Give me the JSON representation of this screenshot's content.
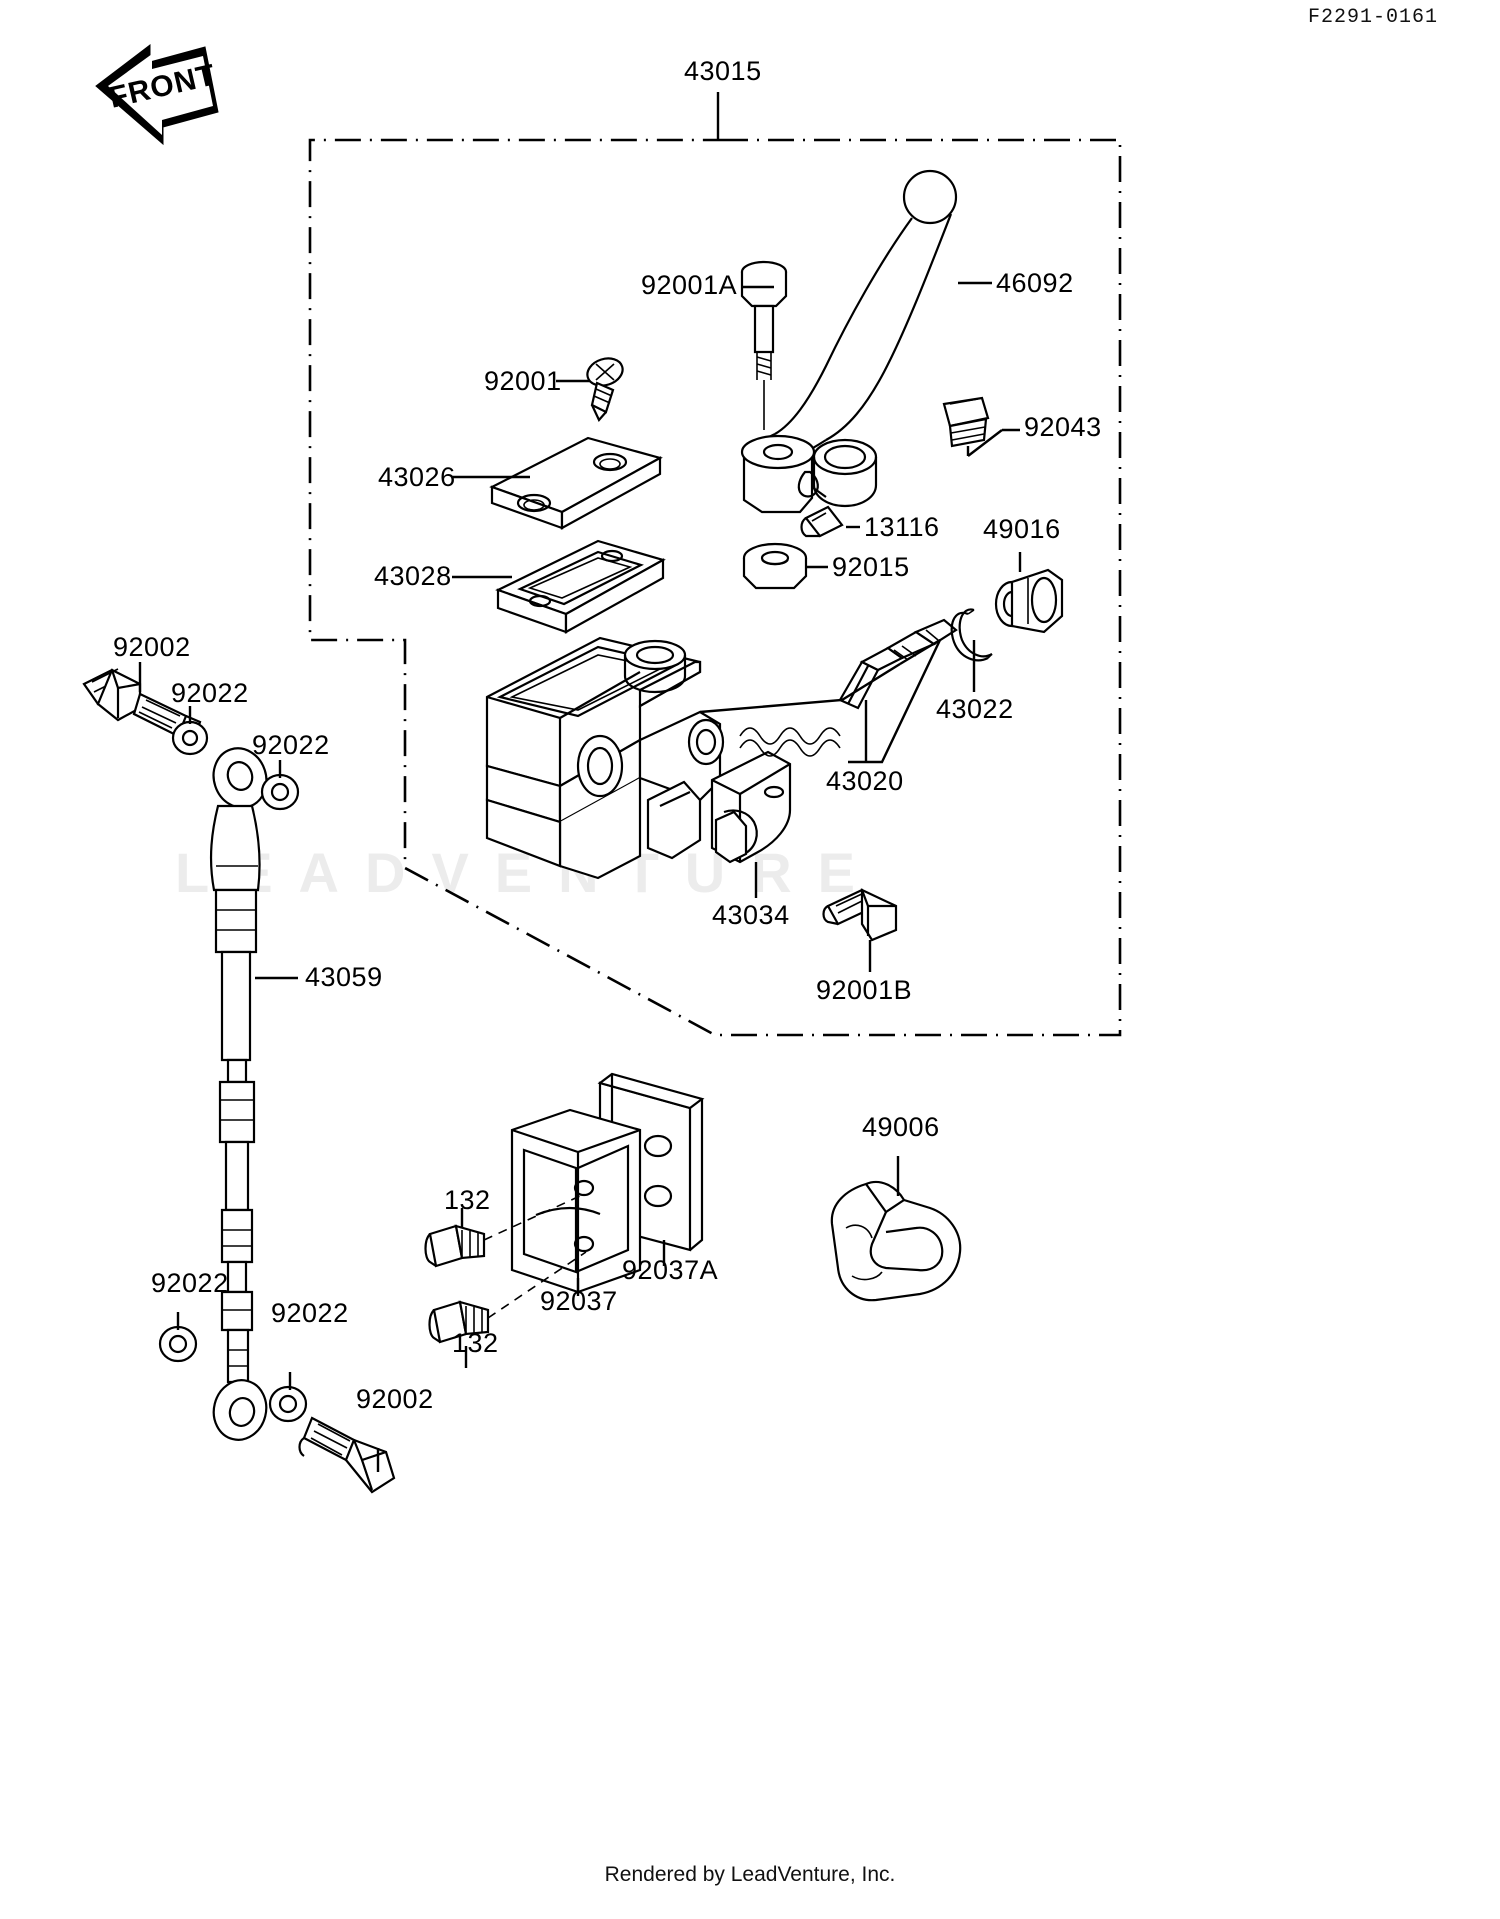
{
  "header": {
    "drawing_code": "F2291-0161"
  },
  "footer": {
    "credit": "Rendered by LeadVenture, Inc."
  },
  "watermark": {
    "text": "LEADVENTURE",
    "mark": "V"
  },
  "orientation": {
    "arrow_label": "FRONT"
  },
  "diagram": {
    "title_label": "43015",
    "callouts": [
      {
        "id": "c-43015",
        "ref": "43015"
      },
      {
        "id": "c-92001A",
        "ref": "92001A"
      },
      {
        "id": "c-46092",
        "ref": "46092"
      },
      {
        "id": "c-92001",
        "ref": "92001"
      },
      {
        "id": "c-92043",
        "ref": "92043"
      },
      {
        "id": "c-43026",
        "ref": "43026"
      },
      {
        "id": "c-13116",
        "ref": "13116"
      },
      {
        "id": "c-49016",
        "ref": "49016"
      },
      {
        "id": "c-43028",
        "ref": "43028"
      },
      {
        "id": "c-92015",
        "ref": "92015"
      },
      {
        "id": "c-43022",
        "ref": "43022"
      },
      {
        "id": "c-92002t",
        "ref": "92002"
      },
      {
        "id": "c-92022a",
        "ref": "92022"
      },
      {
        "id": "c-92022b",
        "ref": "92022"
      },
      {
        "id": "c-43020",
        "ref": "43020"
      },
      {
        "id": "c-43034",
        "ref": "43034"
      },
      {
        "id": "c-43059",
        "ref": "43059"
      },
      {
        "id": "c-92001B",
        "ref": "92001B"
      },
      {
        "id": "c-49006",
        "ref": "49006"
      },
      {
        "id": "c-132a",
        "ref": "132"
      },
      {
        "id": "c-92037A",
        "ref": "92037A"
      },
      {
        "id": "c-92037",
        "ref": "92037"
      },
      {
        "id": "c-132b",
        "ref": "132"
      },
      {
        "id": "c-92022c",
        "ref": "92022"
      },
      {
        "id": "c-92022d",
        "ref": "92022"
      },
      {
        "id": "c-92002b",
        "ref": "92002"
      }
    ]
  }
}
